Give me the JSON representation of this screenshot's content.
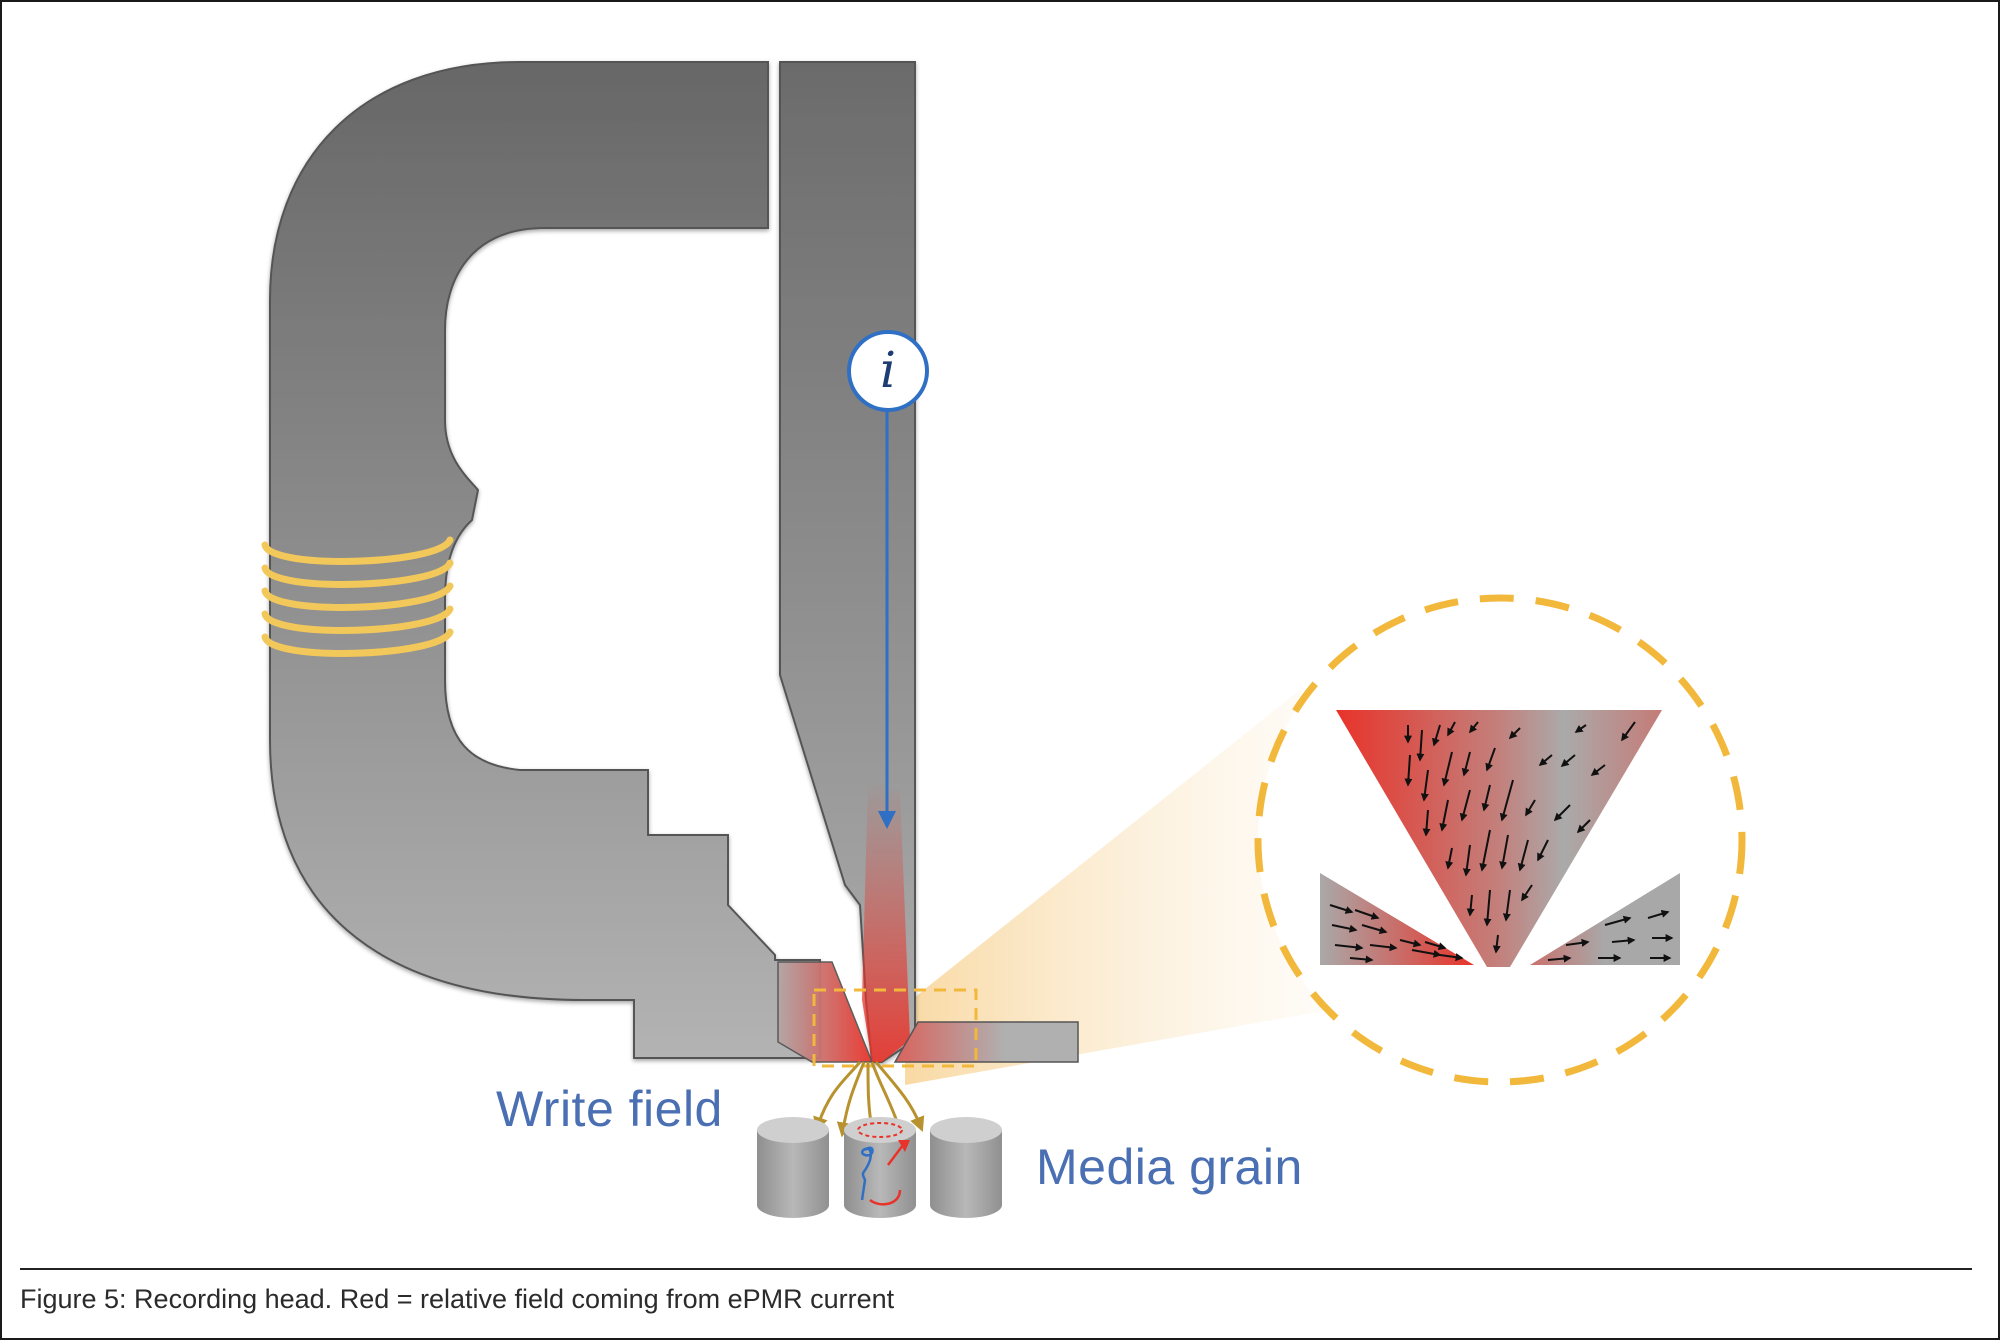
{
  "labels": {
    "write_field": "Write field",
    "media_grain": "Media grain",
    "current_symbol": "i"
  },
  "caption": "Figure 5: Recording head. Red = relative field coming from ePMR current",
  "colors": {
    "head_dark": "#6a6a6a",
    "head_light": "#b0b0b0",
    "coil": "#f3c85a",
    "field_red": "#e8332a",
    "callout": "#f2b83c",
    "label_blue": "#4a6fb3",
    "current_arrow": "#2f6fc4",
    "write_field_arrows": "#b8922e"
  },
  "icons": {
    "current_badge": "info-circle-i-icon",
    "magnetization_arrows": "arrow-icon"
  }
}
